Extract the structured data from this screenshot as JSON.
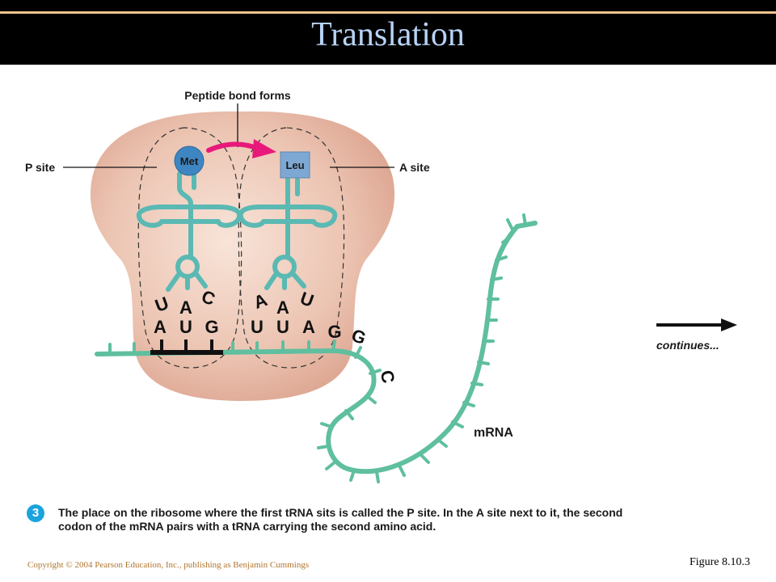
{
  "slide": {
    "title": "Translation"
  },
  "diagram": {
    "peptide_label": "Peptide bond forms",
    "p_site_label": "P site",
    "a_site_label": "A site",
    "amino_acid_1": "Met",
    "amino_acid_2": "Leu",
    "anticodon_1": [
      "U",
      "A",
      "C"
    ],
    "anticodon_2": [
      "A",
      "A",
      "U"
    ],
    "codons": [
      "A",
      "U",
      "G",
      "U",
      "U",
      "A",
      "G",
      "G",
      "C"
    ],
    "mrna_label": "mRNA",
    "continues_label": "continues..."
  },
  "caption": {
    "step": "3",
    "text": "The place on the ribosome where the first tRNA sits is called the P site. In the A site next to it, the second codon of the mRNA pairs with a tRNA carrying the second amino acid."
  },
  "footer": {
    "copyright": "Copyright © 2004 Pearson Education, Inc., publishing as Benjamin Cummings",
    "figure": "Figure 8.10.3"
  },
  "colors": {
    "ribosome": "#e7b9a6",
    "trna": "#5bb9b3",
    "mrna": "#5fbf9f",
    "met": "#3e86c2",
    "leu": "#7ea8d4",
    "arrow": "#e8197a"
  }
}
